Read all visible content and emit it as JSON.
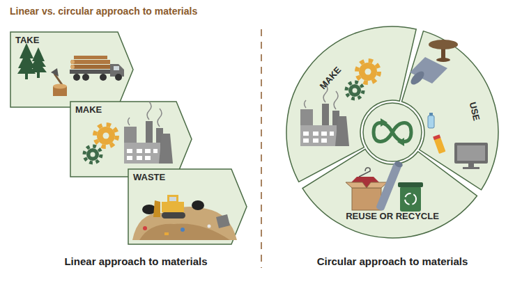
{
  "diagram": {
    "title": "Linear vs. circular approach to materials",
    "nodes": [
      {
        "text": [
          "TAKE"
        ]
      },
      {
        "text": [
          "MAKE"
        ]
      },
      {
        "text": [
          "WASTE"
        ]
      },
      {
        "text": [
          "MAKE"
        ]
      },
      {
        "text": [
          "USE"
        ]
      },
      {
        "text": [
          "REUSE OR RECYCLE"
        ]
      }
    ],
    "labels": [
      "Linear approach to materials",
      "Circular approach to materials"
    ]
  }
}
